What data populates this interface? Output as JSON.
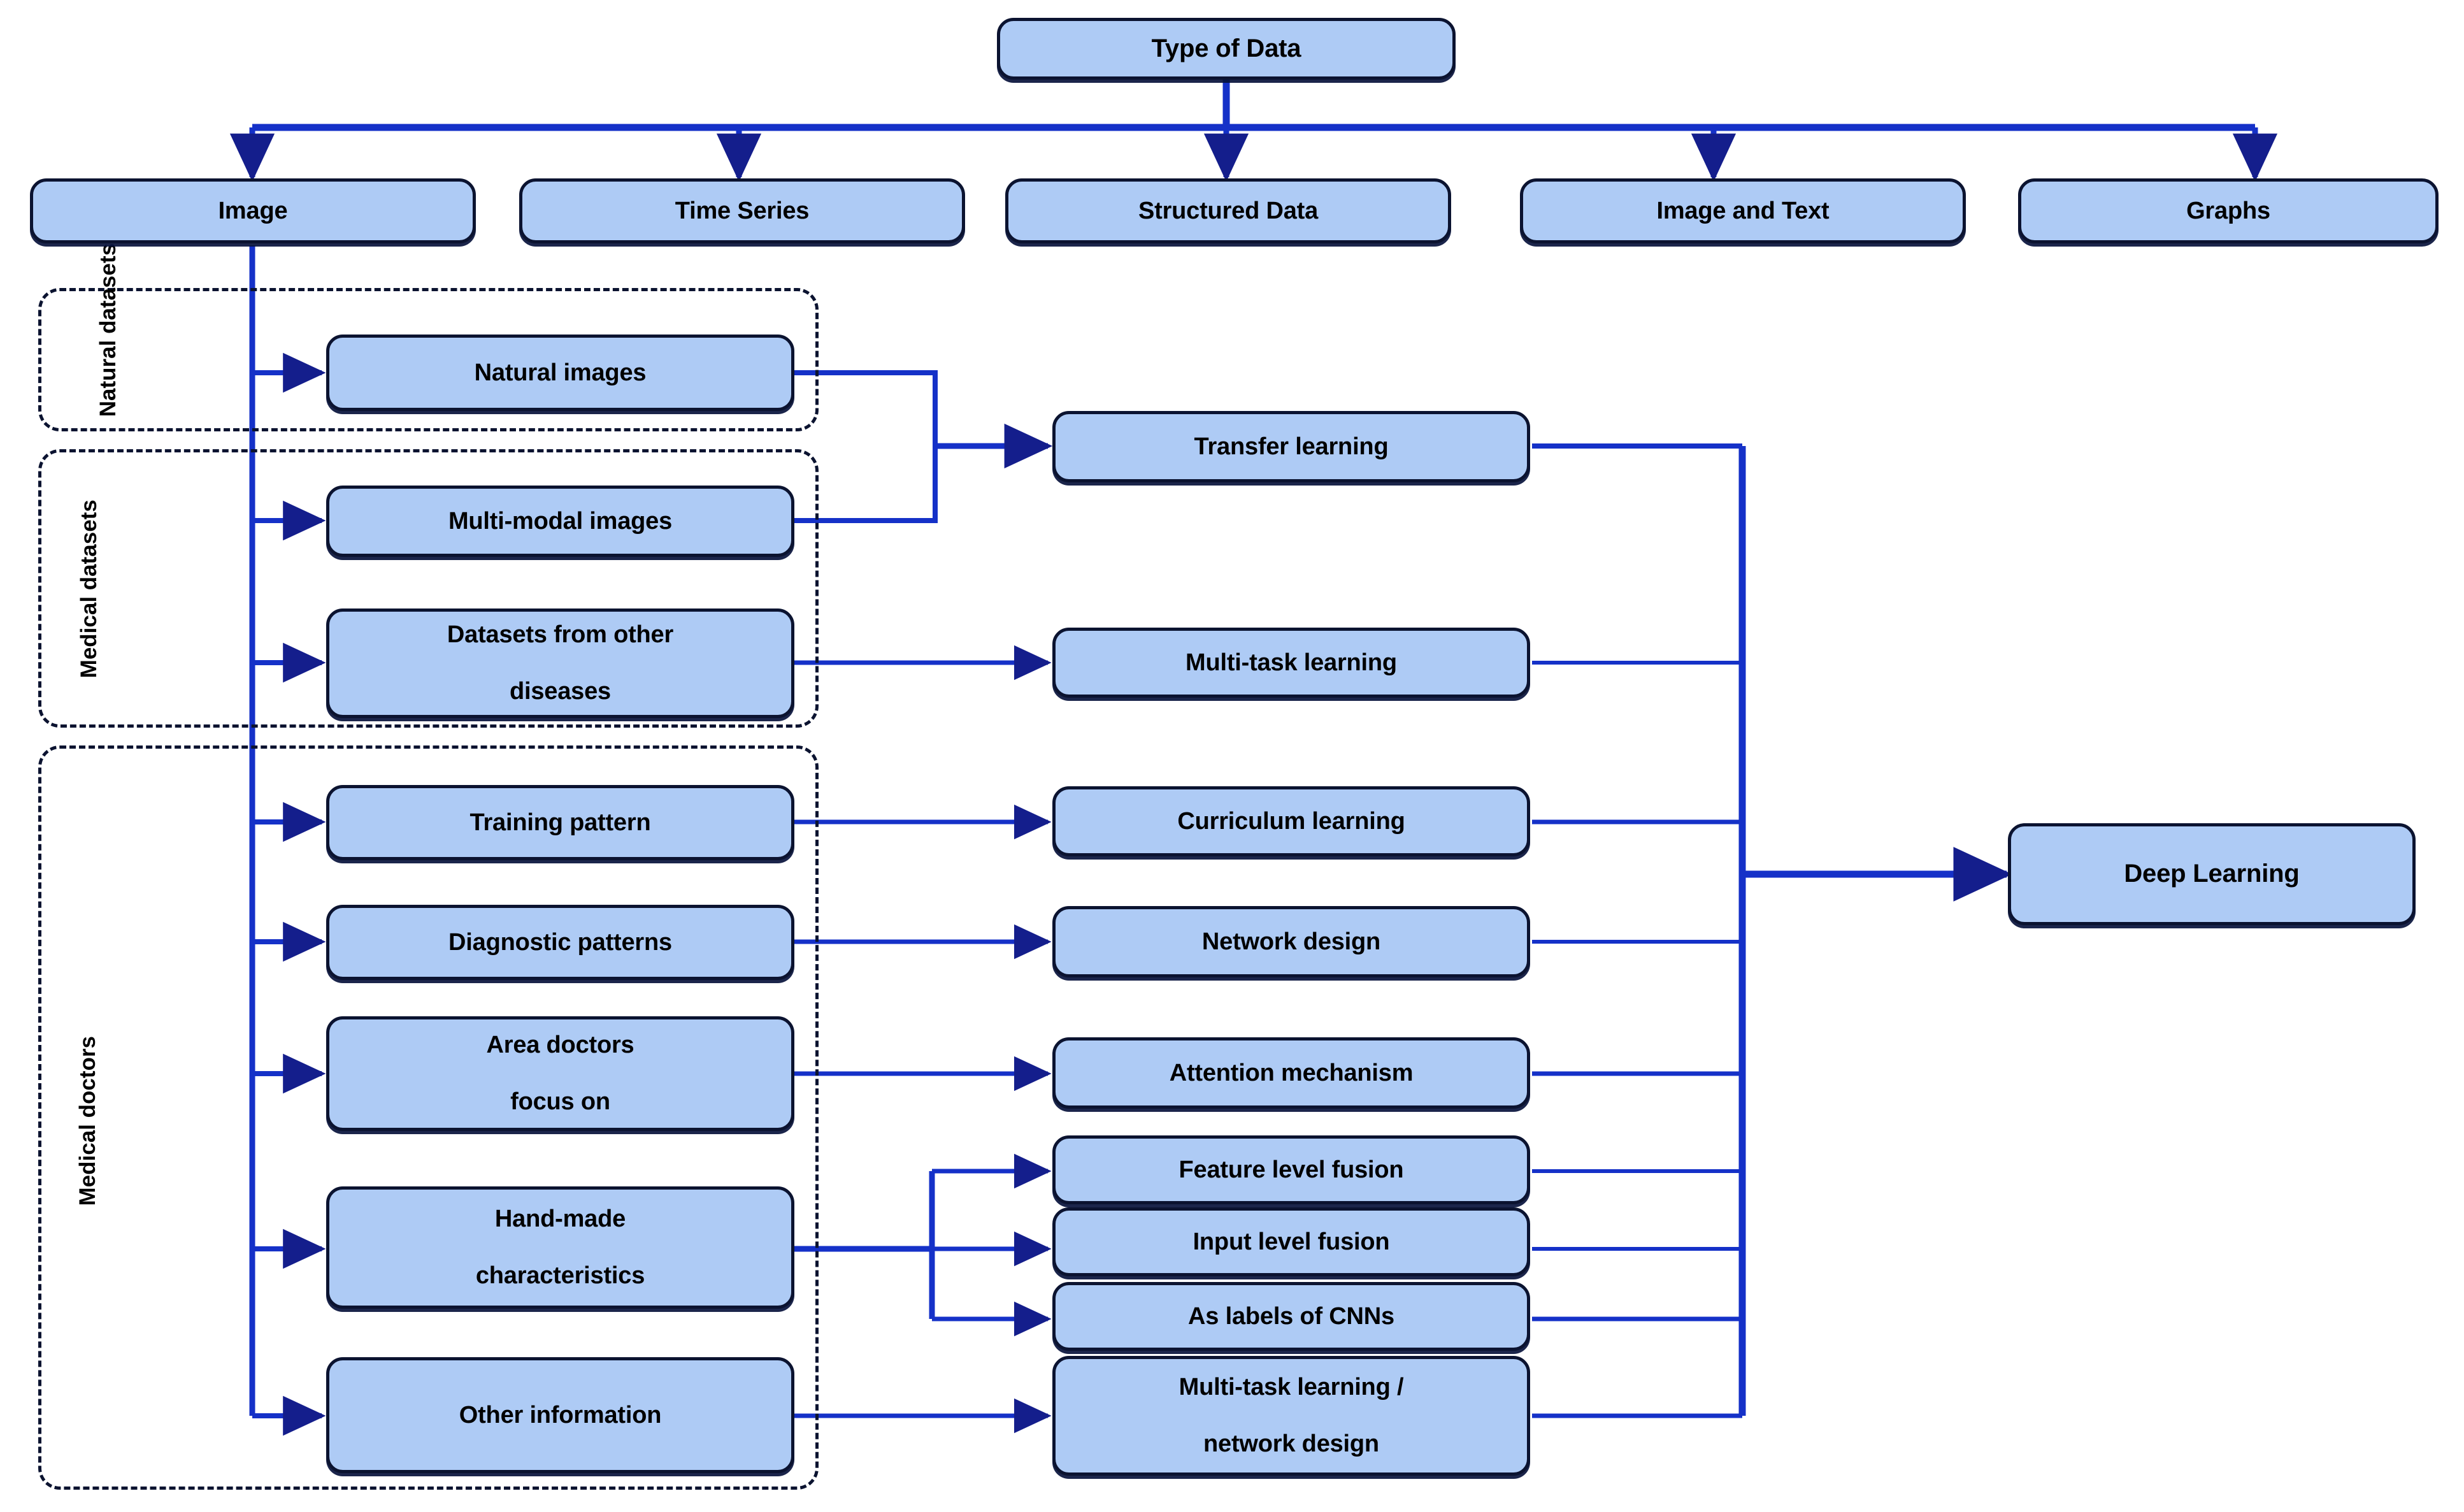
{
  "diagram": {
    "title_node": {
      "label": "Type of Data"
    },
    "data_types": [
      {
        "id": "image",
        "label": "Image"
      },
      {
        "id": "time-series",
        "label": "Time Series"
      },
      {
        "id": "structured-data",
        "label": "Structured Data"
      },
      {
        "id": "image-and-text",
        "label": "Image and Text"
      },
      {
        "id": "graphs",
        "label": "Graphs"
      }
    ],
    "groups": [
      {
        "id": "natural-datasets",
        "label": "Natural\ndatasets",
        "label_line1": "Natural",
        "label_line2": "datasets"
      },
      {
        "id": "medical-datasets",
        "label": "Medical datasets"
      },
      {
        "id": "medical-doctors",
        "label": "Medical doctors"
      }
    ],
    "sources": [
      {
        "id": "natural-images",
        "label": "Natural images",
        "group": "natural-datasets"
      },
      {
        "id": "multi-modal-images",
        "label": "Multi-modal  images",
        "group": "medical-datasets"
      },
      {
        "id": "datasets-other-diseases",
        "label": "Datasets from other diseases",
        "line1": "Datasets from other",
        "line2": "diseases",
        "group": "medical-datasets"
      },
      {
        "id": "training-pattern",
        "label": "Training pattern",
        "group": "medical-doctors"
      },
      {
        "id": "diagnostic-patterns",
        "label": "Diagnostic patterns",
        "group": "medical-doctors"
      },
      {
        "id": "area-doctors-focus-on",
        "label": "Area doctors focus on",
        "line1": "Area doctors",
        "line2": "focus on",
        "group": "medical-doctors"
      },
      {
        "id": "hand-made-characteristics",
        "label": "Hand-made characteristics",
        "line1": "Hand-made",
        "line2": "characteristics",
        "group": "medical-doctors"
      },
      {
        "id": "other-information",
        "label": "Other information",
        "group": "medical-doctors"
      }
    ],
    "methods": [
      {
        "id": "transfer-learning",
        "label": "Transfer learning"
      },
      {
        "id": "multi-task-learning",
        "label": "Multi-task learning"
      },
      {
        "id": "curriculum-learning",
        "label": "Curriculum  learning"
      },
      {
        "id": "network-design",
        "label": "Network design"
      },
      {
        "id": "attention-mechanism",
        "label": "Attention mechanism"
      },
      {
        "id": "feature-level-fusion",
        "label": "Feature level fusion"
      },
      {
        "id": "input-level-fusion",
        "label": "Input level fusion"
      },
      {
        "id": "as-labels-of-cnns",
        "label": "As labels of CNNs"
      },
      {
        "id": "multi-task-learning-network-design",
        "label": "Multi-task learning / network design",
        "line1": "Multi-task learning /",
        "line2": "network design"
      }
    ],
    "output_node": {
      "label": "Deep Learning"
    },
    "colors": {
      "node_fill": "#AECBF5",
      "node_border": "#0b1330",
      "connector": "#1531C8",
      "connector_dark": "#141E8C",
      "group_border": "#0b1330",
      "background": "#FFFFFF",
      "text": "#000000"
    }
  }
}
